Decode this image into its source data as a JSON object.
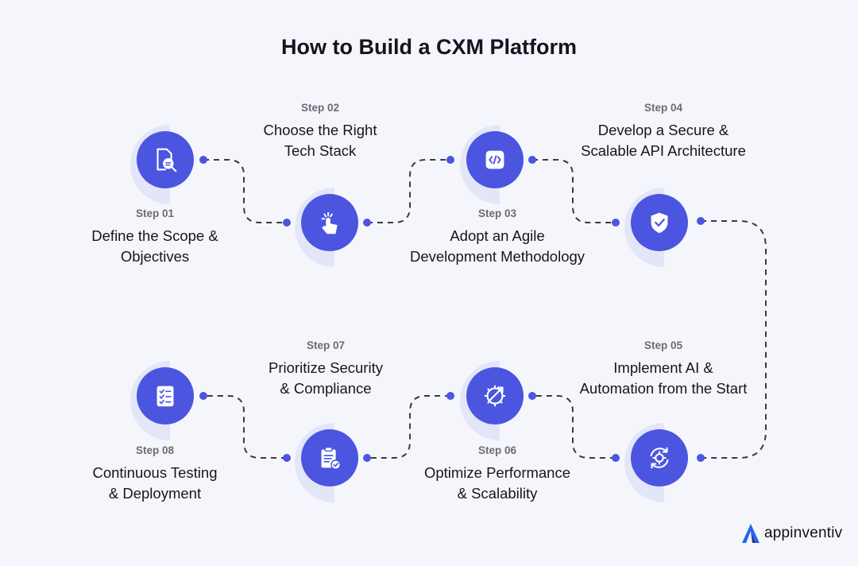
{
  "title": "How to Build a CXM Platform",
  "steps": [
    {
      "num": "Step 01",
      "line1": "Define the Scope &",
      "line2": "Objectives",
      "icon": "document-search-icon"
    },
    {
      "num": "Step 02",
      "line1": "Choose the Right",
      "line2": "Tech Stack",
      "icon": "pointer-click-icon"
    },
    {
      "num": "Step 03",
      "line1": "Adopt an Agile",
      "line2": "Development Methodology",
      "icon": "code-window-icon"
    },
    {
      "num": "Step 04",
      "line1": "Develop a Secure &",
      "line2": "Scalable API Architecture",
      "icon": "shield-check-icon"
    },
    {
      "num": "Step 05",
      "line1": "Implement AI &",
      "line2": "Automation from the Start",
      "icon": "gear-refresh-icon"
    },
    {
      "num": "Step 06",
      "line1": "Optimize Performance",
      "line2": "& Scalability",
      "icon": "gear-arrow-icon"
    },
    {
      "num": "Step 07",
      "line1": "Prioritize Security",
      "line2": "& Compliance",
      "icon": "clipboard-check-icon"
    },
    {
      "num": "Step 08",
      "line1": "Continuous Testing",
      "line2": "& Deployment",
      "icon": "checklist-icon"
    }
  ],
  "brand": "appinventiv",
  "colors": {
    "accent": "#4b55e0",
    "ring": "#e3e6f8",
    "line": "#3a3a44"
  }
}
